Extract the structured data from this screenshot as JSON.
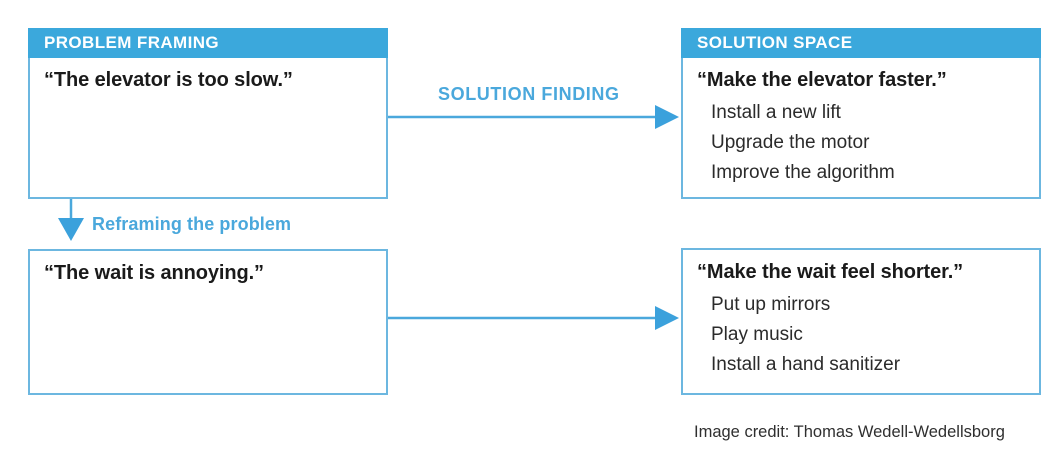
{
  "colors": {
    "accent_blue": "#3BA8DC",
    "border_blue": "#6CB7E0",
    "label_blue": "#4AA8DC",
    "text_dark": "#1A1A1A",
    "background": "#FFFFFF"
  },
  "columns": {
    "left_header": "PROBLEM FRAMING",
    "right_header": "SOLUTION SPACE"
  },
  "rows": [
    {
      "problem": "“The elevator is too slow.”",
      "solution_quote": "“Make the elevator faster.”",
      "solutions": [
        "Install a new lift",
        "Upgrade the motor",
        "Improve the algorithm"
      ]
    },
    {
      "problem": "“The wait is annoying.”",
      "solution_quote": "“Make the wait feel shorter.”",
      "solutions": [
        "Put up mirrors",
        "Play music",
        "Install a hand sanitizer"
      ]
    }
  ],
  "arrows": {
    "solution_finding_label": "SOLUTION FINDING",
    "reframing_label": "Reframing the problem"
  },
  "credit": "Image credit: Thomas Wedell-Wedellsborg"
}
